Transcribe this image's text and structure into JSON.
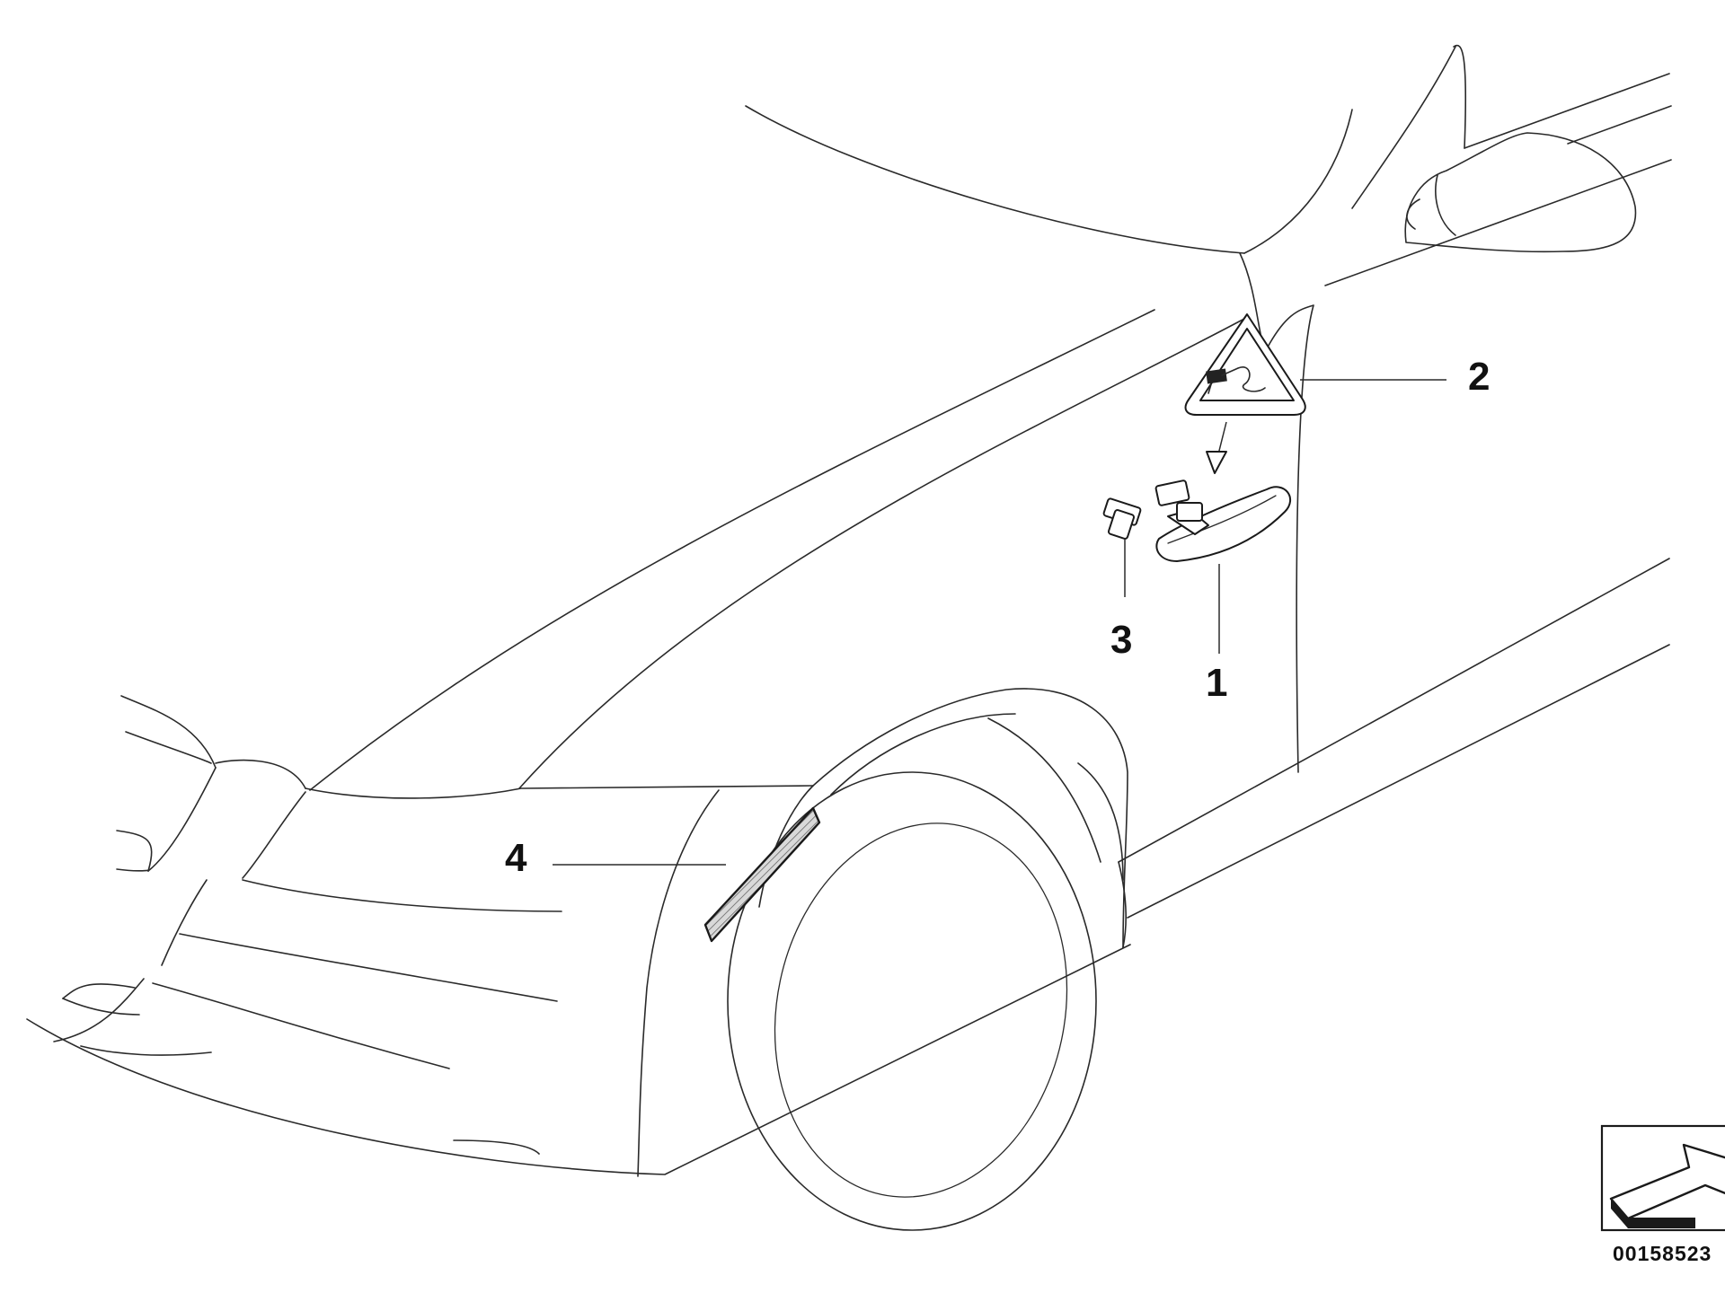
{
  "callouts": [
    {
      "id": "1",
      "label": "1"
    },
    {
      "id": "2",
      "label": "2"
    },
    {
      "id": "3",
      "label": "3"
    },
    {
      "id": "4",
      "label": "4"
    }
  ],
  "diagram_id": "00158523",
  "icons": {
    "warning_label": "warning-triangle-connector-icon",
    "orientation": "orientation-arrow-icon"
  },
  "colors": {
    "line": "#2a2a2a",
    "background": "#ffffff"
  }
}
